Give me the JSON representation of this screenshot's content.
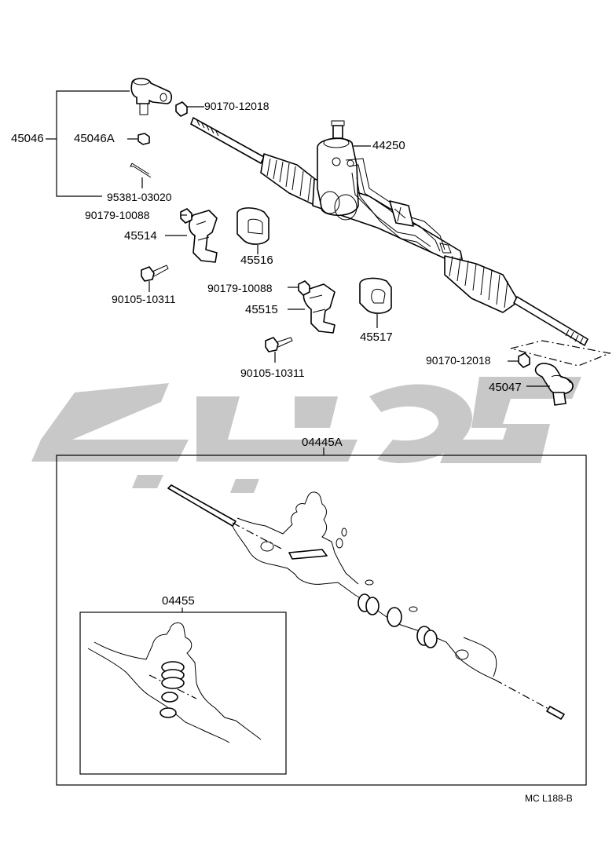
{
  "parts": {
    "p45046": "45046",
    "p45046A": "45046A",
    "p95381": "95381-03020",
    "p90170_a": "90170-12018",
    "p44250": "44250",
    "p90179_a": "90179-10088",
    "p45514": "45514",
    "p45516": "45516",
    "p90105_a": "90105-10311",
    "p90179_b": "90179-10088",
    "p45515": "45515",
    "p45517": "45517",
    "p90105_b": "90105-10311",
    "p90170_b": "90170-12018",
    "p45047": "45047",
    "p04445A": "04445A",
    "p04455": "04455"
  },
  "diagram_code": "MC L188-B",
  "colors": {
    "line": "#000000",
    "watermark": "#c8c8c8",
    "background": "#ffffff"
  }
}
